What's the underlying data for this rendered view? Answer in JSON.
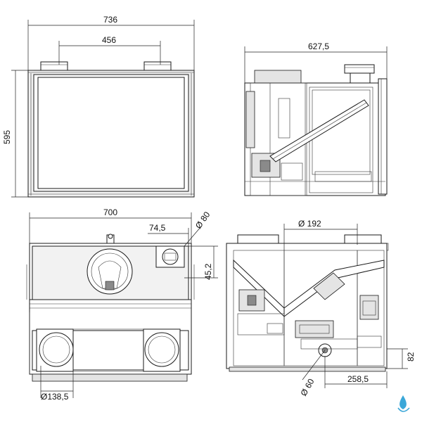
{
  "dimensions": {
    "width_top": "736",
    "spigot_spacing_top": "456",
    "height_front": "595",
    "depth_side": "627,5",
    "width_bottom": "700",
    "offset_74": "74,5",
    "diameter_80": "Ø 80",
    "height_45": "45,2",
    "diameter_192": "Ø 192",
    "diameter_138": "Ø138,5",
    "diameter_60": "Ø 60",
    "offset_258": "258,5",
    "height_82": "82"
  },
  "colors": {
    "line": "#1a1a1a",
    "panel": "#f2f2f2",
    "logo": "#3aa7d8"
  },
  "icons": {
    "logo": "water-drop-logo-icon"
  }
}
